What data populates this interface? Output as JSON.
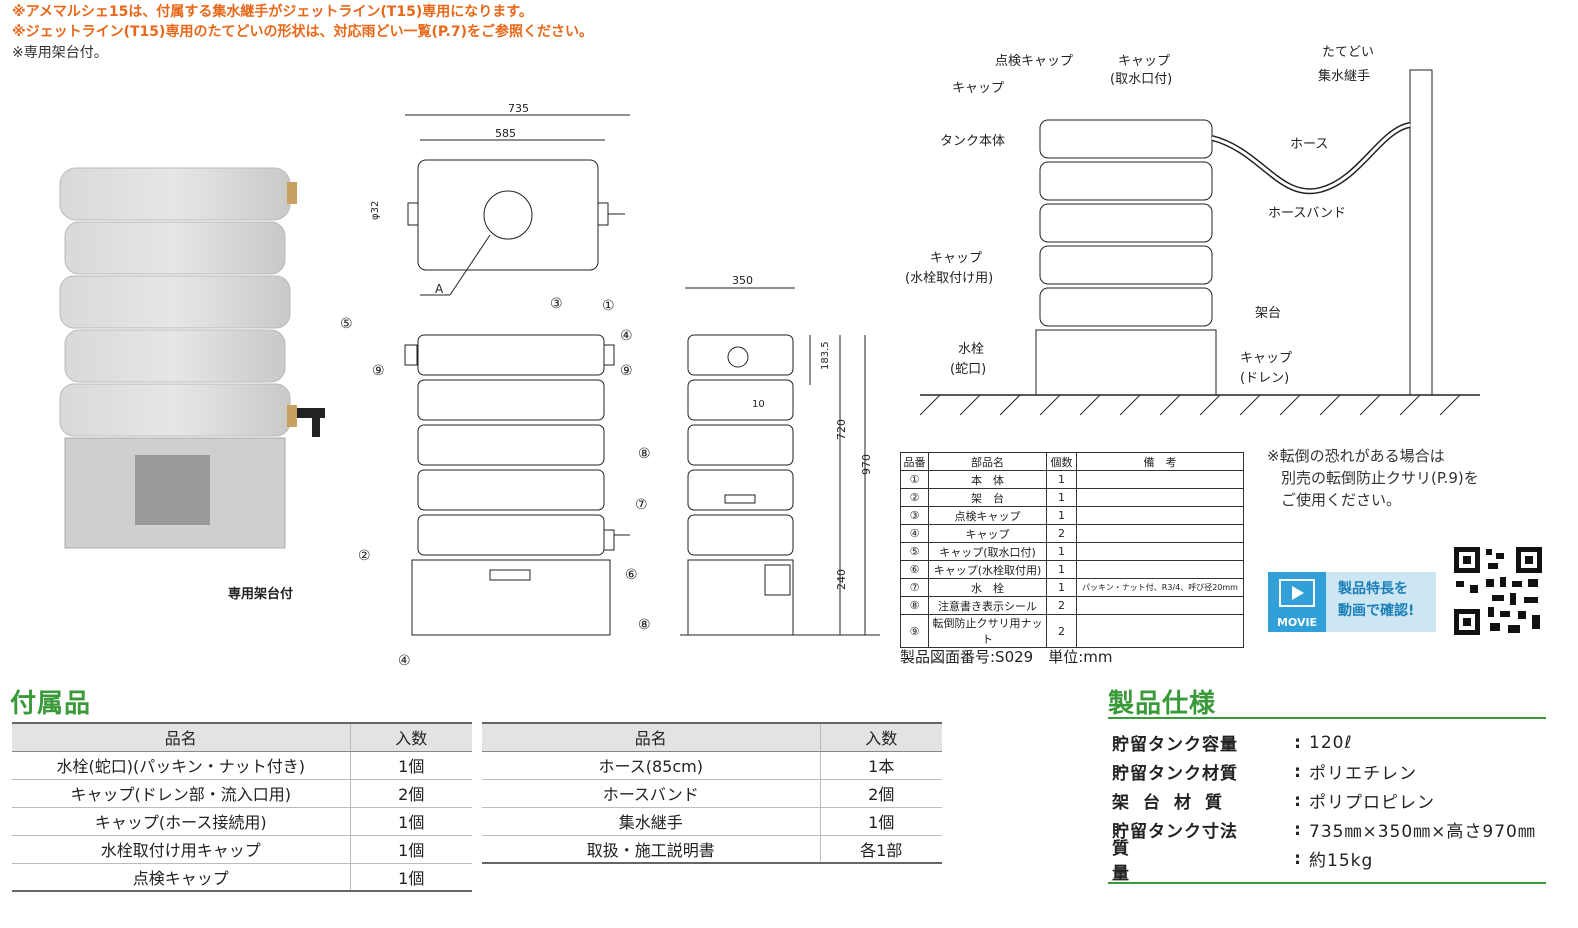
{
  "notes": {
    "line1": "※アメマルシェ15は、付属する集水継手がジェットライン(T15)専用になります。",
    "line2": "※ジェットライン(T15)専用のたてどいの形状は、対応雨どい一覧(P.7)をご参照ください。",
    "line3": "※専用架台付。"
  },
  "photo": {
    "caption": "専用架台付"
  },
  "drawing": {
    "dim_735": "735",
    "dim_585": "585",
    "dim_phi32": "φ32",
    "label_A": "A",
    "dim_350": "350",
    "dim_1835": "183.5",
    "dim_10": "10",
    "dim_720": "720",
    "dim_970": "970",
    "dim_240": "240",
    "markers": [
      "①",
      "②",
      "③",
      "④",
      "⑤",
      "⑥",
      "⑦",
      "⑧",
      "⑨"
    ]
  },
  "install": {
    "label_tatedoi": "たてどい",
    "label_shusui": "集水継手",
    "label_tenken": "点検キャップ",
    "label_cap_intake": "キャップ",
    "label_cap_intake2": "(取水口付)",
    "label_cap": "キャップ",
    "label_tank": "タンク本体",
    "label_hose": "ホース",
    "label_hoseband": "ホースバンド",
    "label_cap_faucet": "キャップ",
    "label_cap_faucet2": "(水栓取付け用)",
    "label_stand": "架台",
    "label_faucet": "水栓",
    "label_faucet2": "(蛇口)",
    "label_cap_drain": "キャップ",
    "label_cap_drain2": "(ドレン)"
  },
  "parts_table": {
    "headers": [
      "品番",
      "部品名",
      "個数",
      "備　考"
    ],
    "rows": [
      [
        "①",
        "本　体",
        "1",
        ""
      ],
      [
        "②",
        "架　台",
        "1",
        ""
      ],
      [
        "③",
        "点検キャップ",
        "1",
        ""
      ],
      [
        "④",
        "キャップ",
        "2",
        ""
      ],
      [
        "⑤",
        "キャップ(取水口付)",
        "1",
        ""
      ],
      [
        "⑥",
        "キャップ(水栓取付用)",
        "1",
        ""
      ],
      [
        "⑦",
        "水　栓",
        "1",
        "パッキン・ナット付、R3/4、呼び径20mm"
      ],
      [
        "⑧",
        "注意書き表示シール",
        "2",
        ""
      ],
      [
        "⑨",
        "転倒防止クサリ用ナット",
        "2",
        ""
      ]
    ],
    "footer": "製品図面番号:S029　単位:mm"
  },
  "fall_note": {
    "line1": "※転倒の恐れがある場合は",
    "line2": "別売の転倒防止クサリ(P.9)を",
    "line3": "ご使用ください。"
  },
  "movie": {
    "badge": "MOVIE",
    "text1": "製品特長を",
    "text2": "動画で確認!"
  },
  "accessories": {
    "title": "付属品",
    "left": {
      "headers": [
        "品名",
        "入数"
      ],
      "rows": [
        [
          "水栓(蛇口)(パッキン・ナット付き)",
          "1個"
        ],
        [
          "キャップ(ドレン部・流入口用)",
          "2個"
        ],
        [
          "キャップ(ホース接続用)",
          "1個"
        ],
        [
          "水栓取付け用キャップ",
          "1個"
        ],
        [
          "点検キャップ",
          "1個"
        ]
      ]
    },
    "right": {
      "headers": [
        "品名",
        "入数"
      ],
      "rows": [
        [
          "ホース(85cm)",
          "1本"
        ],
        [
          "ホースバンド",
          "2個"
        ],
        [
          "集水継手",
          "1個"
        ],
        [
          "取扱・施工説明書",
          "各1部"
        ]
      ]
    }
  },
  "spec": {
    "title": "製品仕様",
    "rows": [
      {
        "label": "貯留タンク容量",
        "value": "120ℓ"
      },
      {
        "label": "貯留タンク材質",
        "value": "ポリエチレン"
      },
      {
        "label": "架台材質",
        "value": "ポリプロピレン"
      },
      {
        "label": "貯留タンク寸法",
        "value": "735㎜×350㎜×高さ970㎜"
      },
      {
        "label": "質量",
        "value": "約15kg"
      }
    ]
  },
  "colors": {
    "orange": "#e8681a",
    "green": "#3a9a3a",
    "movie_blue": "#31a0d8"
  }
}
